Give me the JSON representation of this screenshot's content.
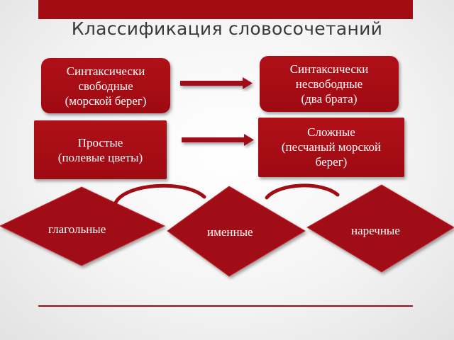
{
  "title": "Классификация словосочетаний",
  "boxes": {
    "free": {
      "line1": "Синтаксически",
      "line2": "свободные",
      "line3": "(морской берег)"
    },
    "nonfree": {
      "line1": "Синтаксически",
      "line2": "несвободные",
      "line3": "(два брата)"
    },
    "simple": {
      "line1": "Простые",
      "line2": "(полевые цветы)"
    },
    "complex": {
      "line1": "Сложные",
      "line2": "(песчаный морской",
      "line3": "берег)"
    }
  },
  "types": {
    "verbal": "глагольные",
    "nominal": "именные",
    "adverbial": "наречные"
  },
  "colors": {
    "accent": "#a10d13",
    "text_on_accent": "#ffffff",
    "title_text": "#3a3a3a"
  },
  "icons": {
    "arrow": "arrow-right-icon",
    "arc": "arc-connector-icon"
  }
}
